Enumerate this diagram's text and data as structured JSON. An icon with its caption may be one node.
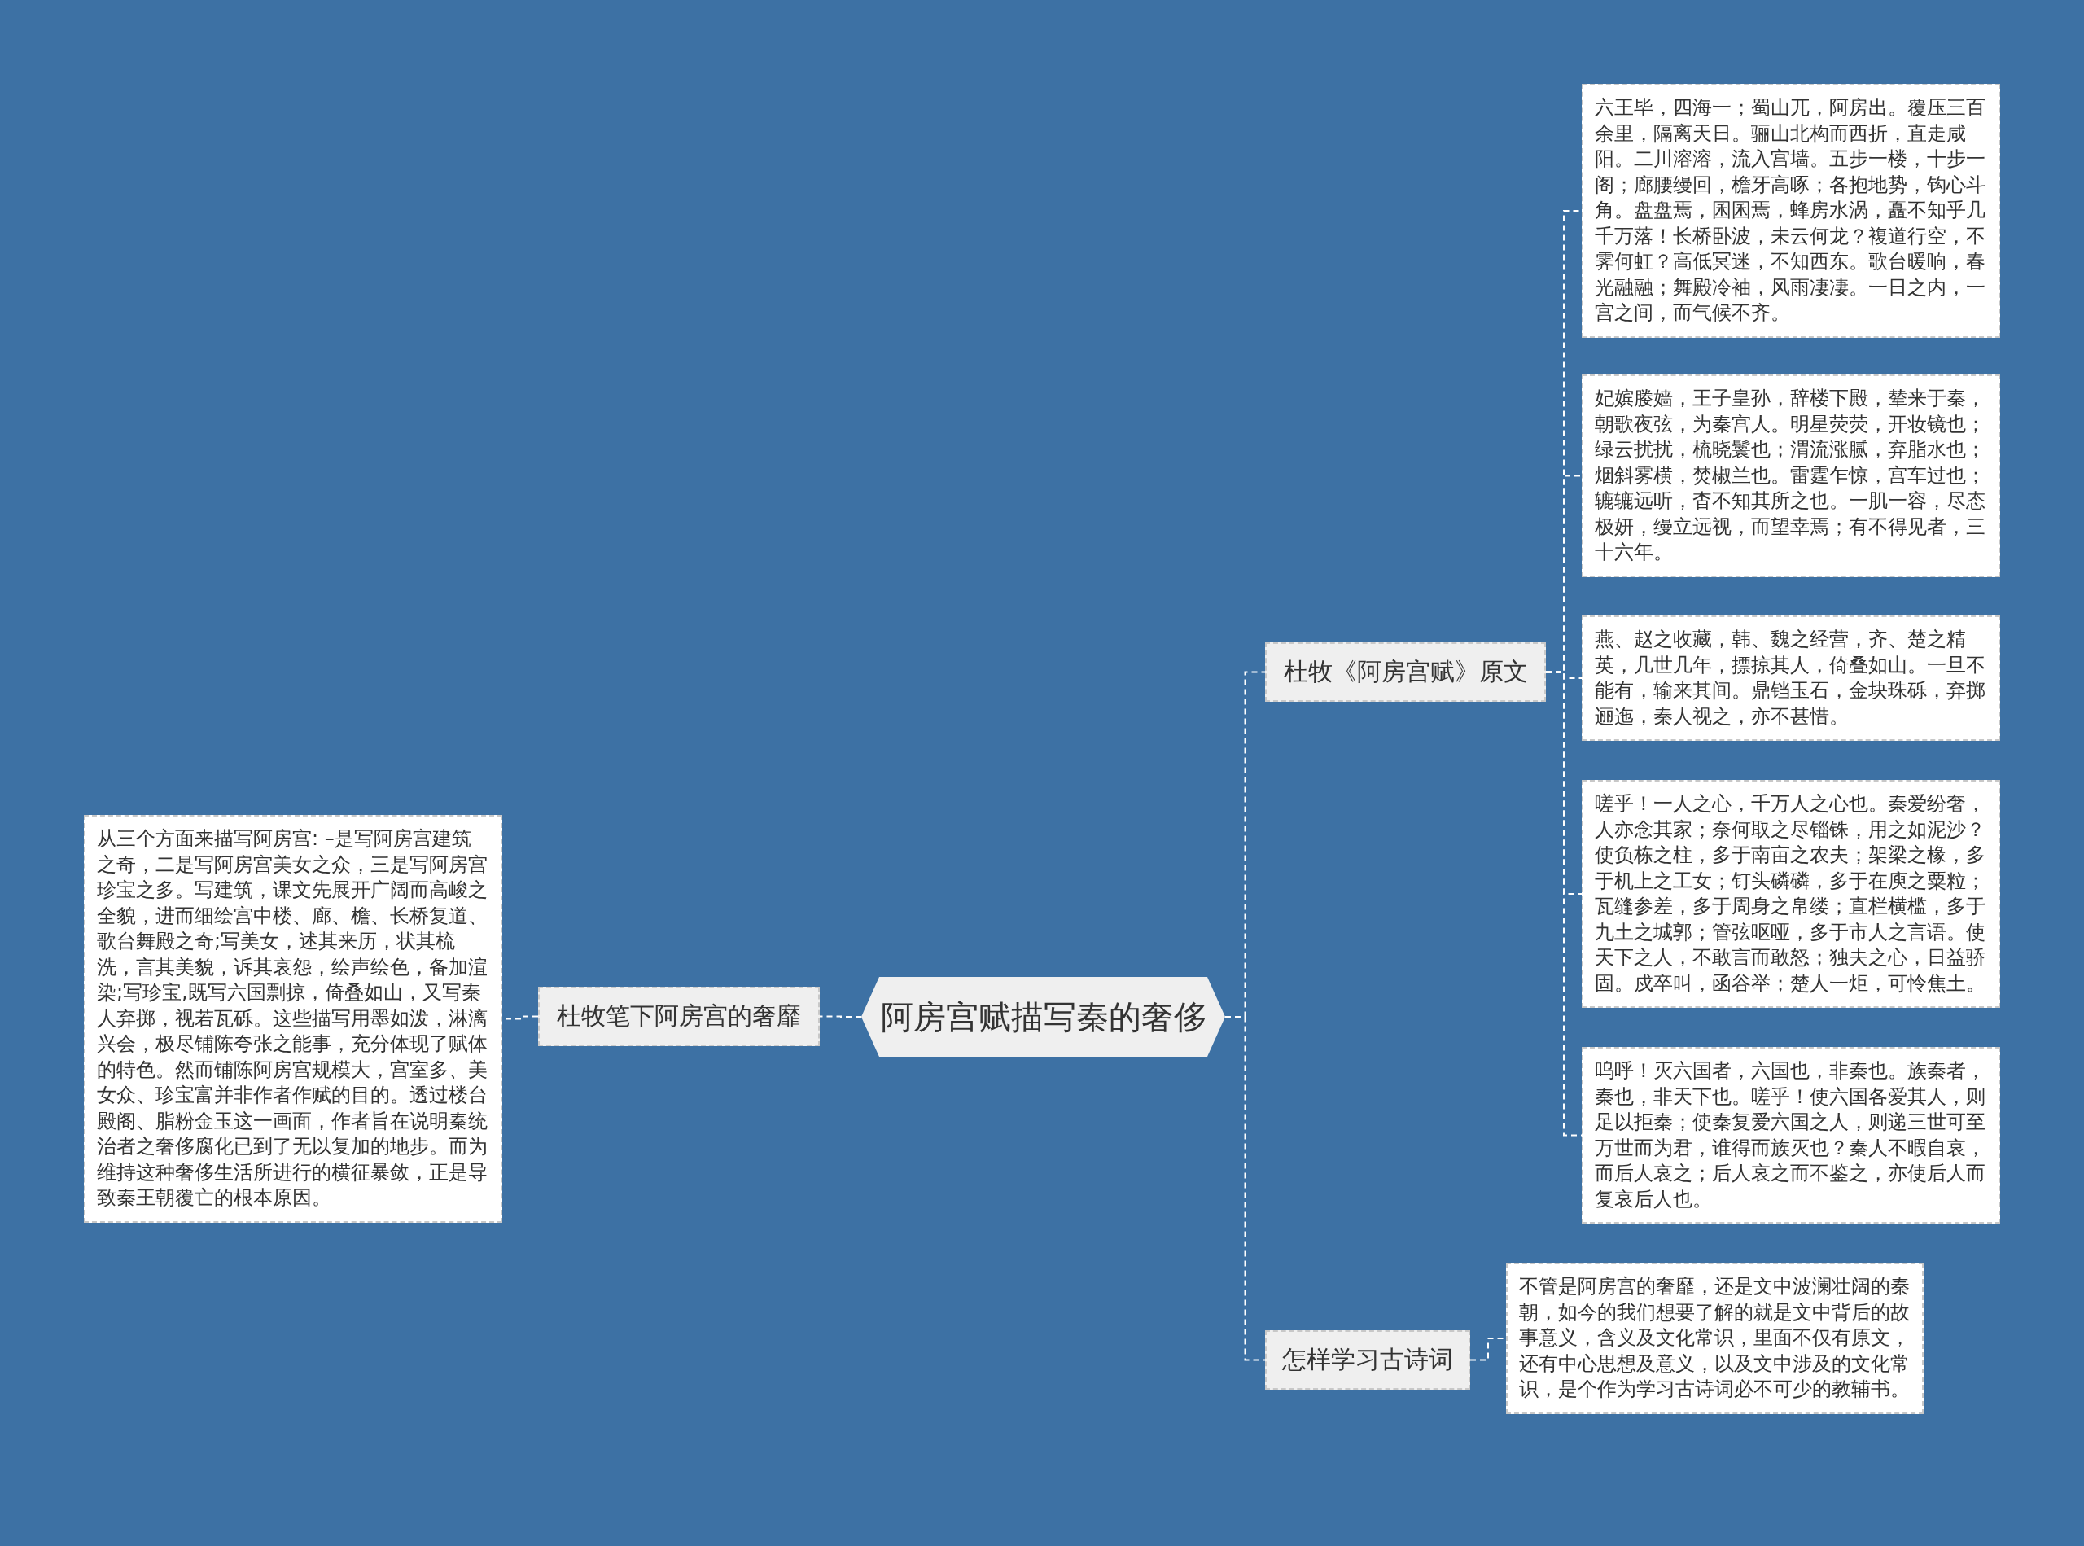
{
  "diagram": {
    "nodes": [
      {
        "text": [
          "阿房宫赋描写秦的奢侈"
        ]
      },
      {
        "text": [
          "杜牧笔下阿房宫的奢靡"
        ]
      },
      {
        "text": [
          "从三个方面来描写阿房宫: –是写阿房宫建筑之奇，二是写阿房宫美女之众，三是写阿房宫珍宝之多。写建筑，课文先展开广阔而高峻之全貌，进而细绘宫中楼、廊、檐、长桥复道、歌台舞殿之奇;写美女，述其来历，状其梳洗，言其美貌，诉其哀怨，绘声绘色，备加渲染;写珍宝,既写六国剽掠，倚叠如山，又写秦人弃掷，视若瓦砾。这些描写用墨如泼，淋漓兴会，极尽铺陈夸张之能事，充分体现了赋体的特色。然而铺陈阿房宫规模大，宫室多、美女众、珍宝富并非作者作赋的目的。透过楼台殿阁、脂粉金玉这一画面，作者旨在说明秦统治者之奢侈腐化已到了无以复加的地步。而为维持这种奢侈生活所进行的横征暴敛，正是导致秦王朝覆亡的根本原因。"
        ]
      },
      {
        "text": [
          "杜牧《阿房宫赋》原文"
        ]
      },
      {
        "text": [
          "六王毕，四海一；蜀山兀，阿房出。覆压三百余里，隔离天日。骊山北构而西折，直走咸阳。二川溶溶，流入宫墙。五步一楼，十步一阁；廊腰缦回，檐牙高啄；各抱地势，钩心斗角。盘盘焉，囷囷焉，蜂房水涡，矗不知乎几千万落！长桥卧波，未云何龙？複道行空，不霁何虹？高低冥迷，不知西东。歌台暖响，春光融融；舞殿冷袖，风雨凄凄。一日之内，一宫之间，而气候不齐。"
        ]
      },
      {
        "text": [
          "妃嫔媵嫱，王子皇孙，辞楼下殿，辇来于秦，朝歌夜弦，为秦宫人。明星荧荧，开妆镜也；绿云扰扰，梳晓鬟也；渭流涨腻，弃脂水也；烟斜雾横，焚椒兰也。雷霆乍惊，宫车过也；辘辘远听，杳不知其所之也。一肌一容，尽态极妍，缦立远视，而望幸焉；有不得见者，三十六年。"
        ]
      },
      {
        "text": [
          "燕、赵之收藏，韩、魏之经营，齐、楚之精英，几世几年，摽掠其人，倚叠如山。一旦不能有，输来其间。鼎铛玉石，金块珠砾，弃掷逦迤，秦人视之，亦不甚惜。"
        ]
      },
      {
        "text": [
          "嗟乎！一人之心，千万人之心也。秦爱纷奢，人亦念其家；奈何取之尽锱铢，用之如泥沙？使负栋之柱，多于南亩之农夫；架梁之椽，多于机上之工女；钉头磷磷，多于在庾之粟粒；瓦缝参差，多于周身之帛缕；直栏横槛，多于九土之城郭；管弦呕哑，多于市人之言语。使天下之人，不敢言而敢怒；独夫之心，日益骄固。戍卒叫，函谷举；楚人一炬，可怜焦土。"
        ]
      },
      {
        "text": [
          "呜呼！灭六国者，六国也，非秦也。族秦者，秦也，非天下也。嗟乎！使六国各爱其人，则足以拒秦；使秦复爱六国之人，则递三世可至万世而为君，谁得而族灭也？秦人不暇自哀，而后人哀之；后人哀之而不鉴之，亦使后人而复哀后人也。"
        ]
      },
      {
        "text": [
          "怎样学习古诗词"
        ]
      },
      {
        "text": [
          "不管是阿房宫的奢靡，还是文中波澜壮阔的秦朝，如今的我们想要了解的就是文中背后的故事意义，含义及文化常识，里面不仅有原文，还有中心思想及意义，以及文中涉及的文化常识，是个作为学习古诗词必不可少的教辅书。"
        ]
      }
    ],
    "edges": [
      {
        "from": 0,
        "to": 1,
        "arrow": "none"
      },
      {
        "from": 1,
        "to": 2,
        "arrow": "none"
      },
      {
        "from": 0,
        "to": 3,
        "arrow": "none"
      },
      {
        "from": 3,
        "to": 4,
        "arrow": "none"
      },
      {
        "from": 3,
        "to": 5,
        "arrow": "none"
      },
      {
        "from": 3,
        "to": 6,
        "arrow": "none"
      },
      {
        "from": 3,
        "to": 7,
        "arrow": "none"
      },
      {
        "from": 3,
        "to": 8,
        "arrow": "none"
      },
      {
        "from": 0,
        "to": 9,
        "arrow": "none"
      },
      {
        "from": 9,
        "to": 10,
        "arrow": "none"
      }
    ]
  }
}
